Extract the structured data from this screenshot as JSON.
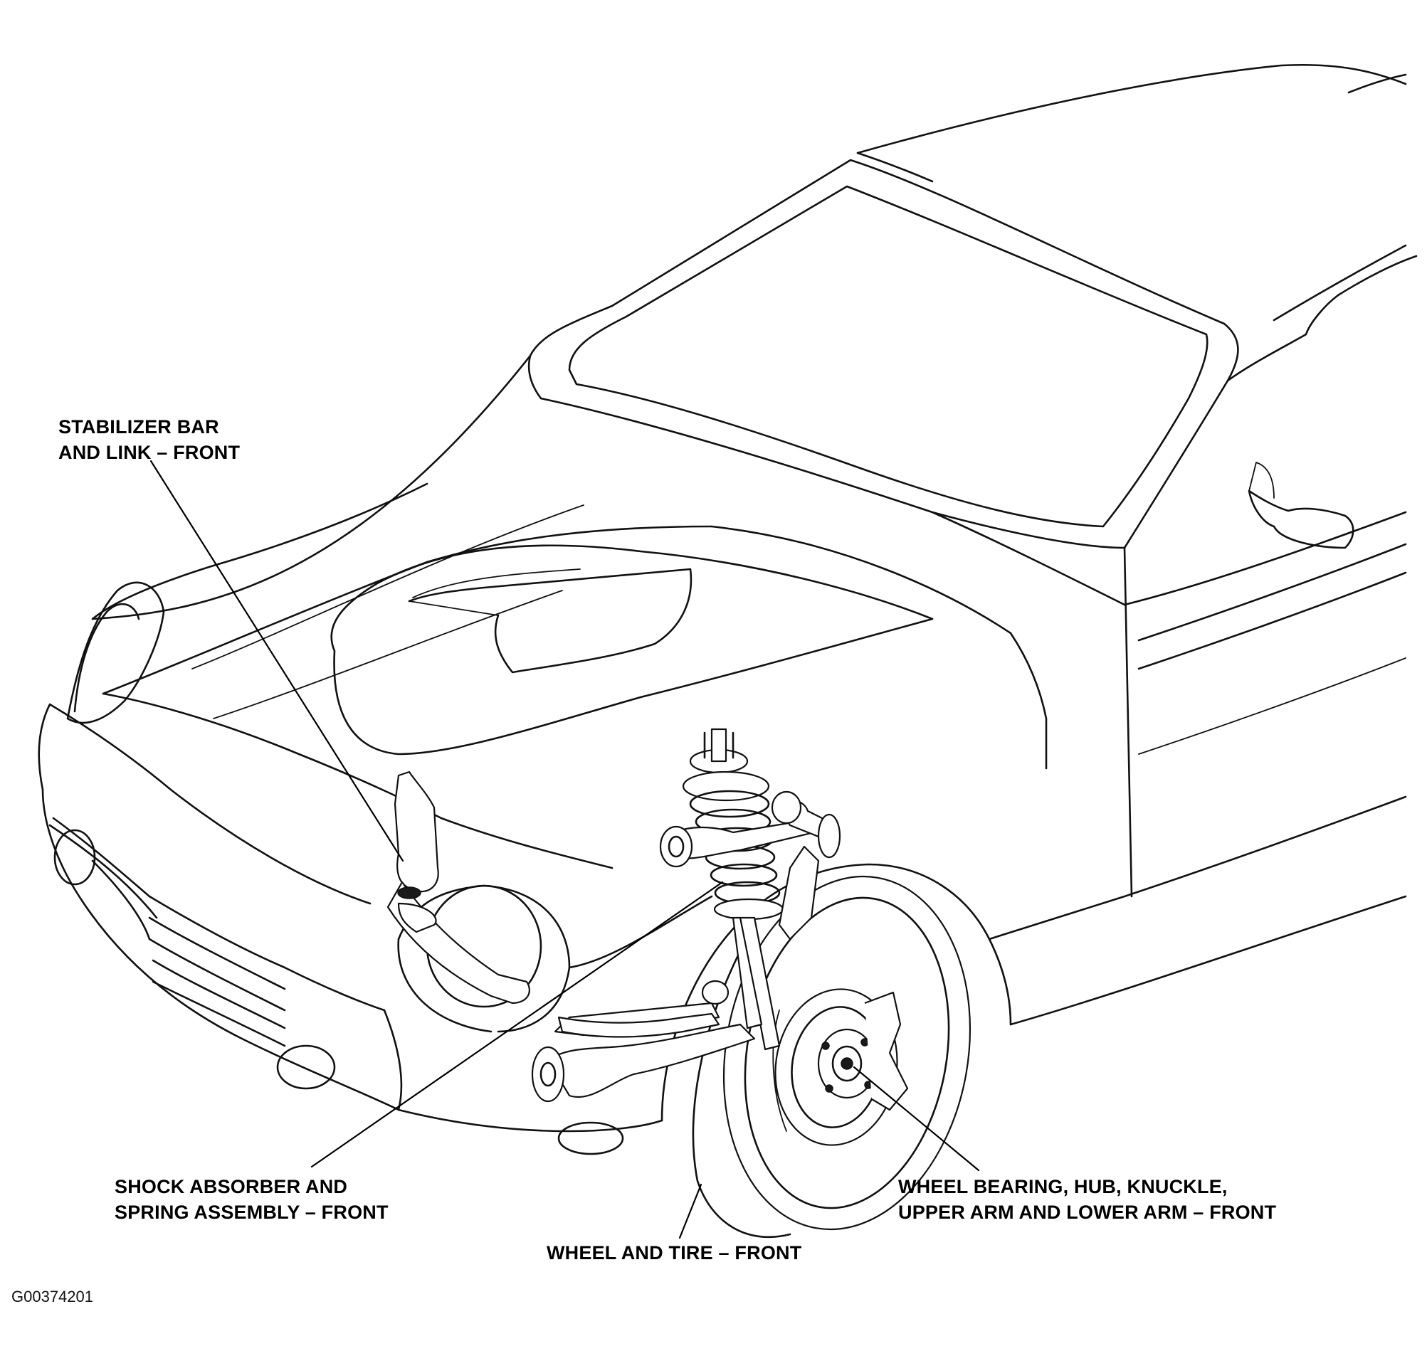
{
  "diagram": {
    "labels": {
      "stabilizer": [
        "STABILIZER BAR",
        "AND LINK – FRONT"
      ],
      "shock": [
        "SHOCK ABSORBER AND",
        "SPRING ASSEMBLY – FRONT"
      ],
      "wheel_tire": [
        "WHEEL AND TIRE – FRONT"
      ],
      "bearing": [
        "WHEEL BEARING, HUB, KNUCKLE,",
        "UPPER ARM AND LOWER ARM – FRONT"
      ]
    },
    "figure_id": "G00374201"
  },
  "colors": {
    "line": "#111111",
    "background": "#ffffff"
  }
}
